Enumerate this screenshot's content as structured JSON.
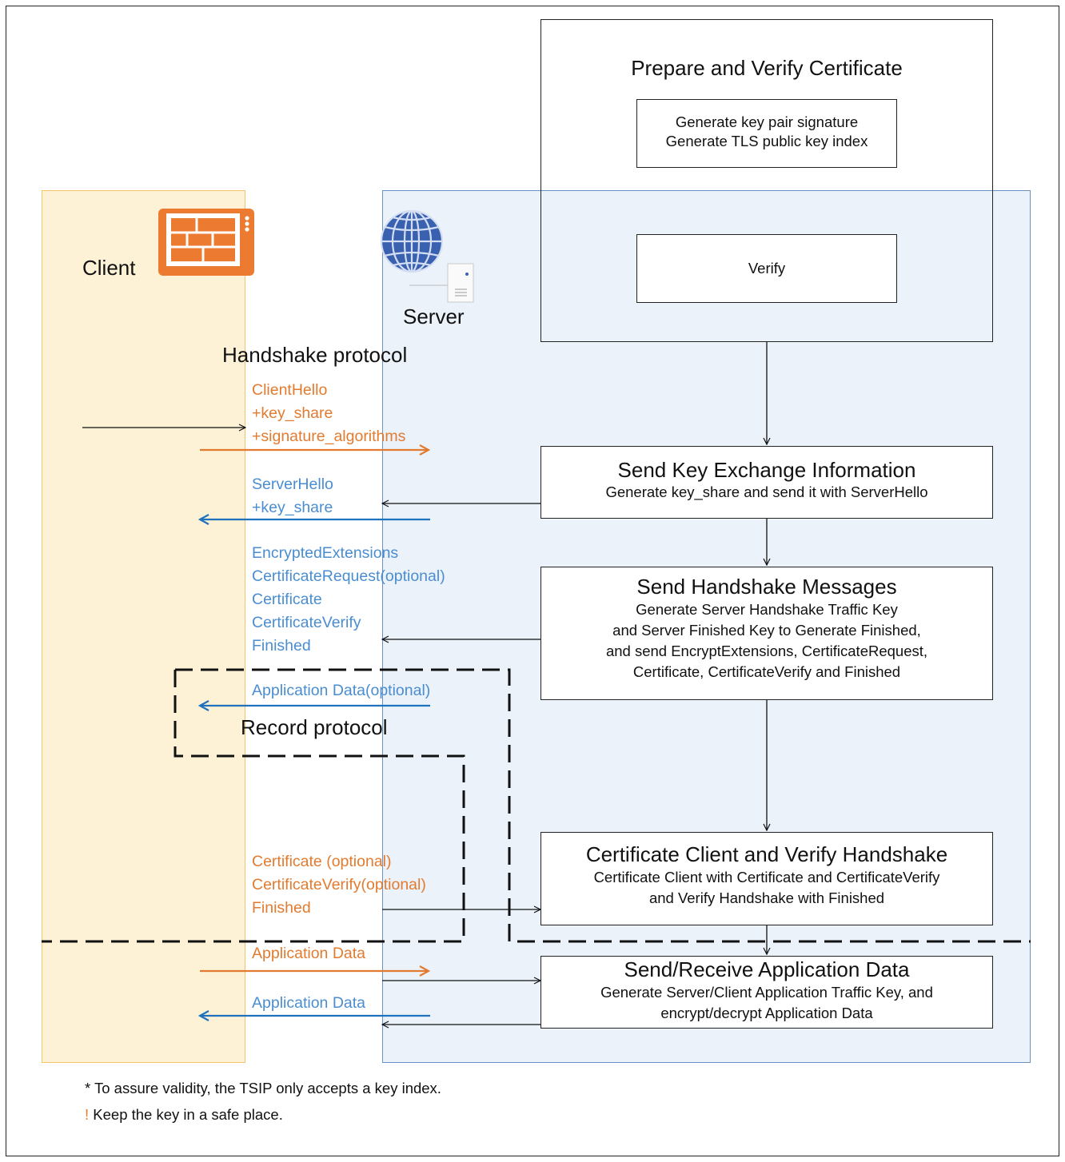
{
  "prepare": {
    "title": "Prepare and Verify Certificate",
    "gen_line1": "Generate key pair signature",
    "gen_line2": "Generate TLS public key index",
    "verify": "Verify"
  },
  "actors": {
    "client": "Client",
    "server": "Server"
  },
  "protocols": {
    "handshake": "Handshake protocol",
    "record": "Record protocol"
  },
  "steps": {
    "key_exchange": {
      "title": "Send Key Exchange Information",
      "lines": [
        "Generate key_share and send it with ServerHello"
      ]
    },
    "handshake_messages": {
      "title": "Send Handshake Messages",
      "lines": [
        "Generate Server Handshake Traffic Key",
        "and Server Finished Key to Generate Finished,",
        "and send EncryptExtensions, CertificateRequest,",
        "Certificate, CertificateVerify and Finished"
      ]
    },
    "certificate_client": {
      "title": "Certificate Client and Verify Handshake",
      "lines": [
        "Certificate Client with Certificate and CertificateVerify",
        "and Verify Handshake with Finished"
      ]
    },
    "application_data": {
      "title": "Send/Receive Application Data",
      "lines": [
        "Generate Server/Client Application Traffic Key, and",
        "encrypt/decrypt Application Data"
      ]
    }
  },
  "messages": {
    "client_hello": [
      "ClientHello",
      "+key_share",
      "+signature_algorithms"
    ],
    "server_hello": [
      "ServerHello",
      "+key_share"
    ],
    "encrypted": [
      "EncryptedExtensions",
      "CertificateRequest(optional)",
      "Certificate",
      "CertificateVerify",
      "Finished"
    ],
    "app_data_optional": "Application Data(optional)",
    "client_cert": [
      "Certificate (optional)",
      "CertificateVerify(optional)",
      "Finished"
    ],
    "app_data_out": "Application Data",
    "app_data_in": "Application Data"
  },
  "notes": {
    "note1": "* To assure validity, the TSIP only accepts a key index.",
    "note2_mark": "!",
    "note2": " Keep the key in a safe place."
  },
  "colors": {
    "client_lane": "#fdf1d6",
    "server_lane": "#ebf2fa",
    "orange_message": "#e27b2f",
    "blue_message": "#4a8dd0",
    "tablet_icon": "#ec7a30",
    "globe_icon": "#3b63b2"
  },
  "icons": {
    "client": "tablet-icon",
    "server": "globe-server-icon"
  }
}
